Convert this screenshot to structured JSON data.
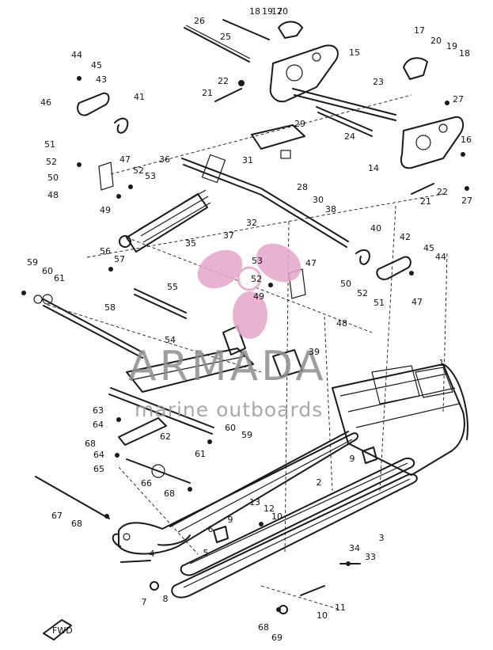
{
  "watermark": {
    "brand": "ARMADA",
    "tagline": "marine outboards",
    "logo_color": "#e4a6c8",
    "text_color": "#8e8e8e"
  },
  "callouts": [
    "1",
    "2",
    "3",
    "4",
    "5",
    "6",
    "7",
    "8",
    "9",
    "10",
    "11",
    "12",
    "13",
    "14",
    "15",
    "16",
    "17",
    "18",
    "19",
    "20",
    "21",
    "22",
    "23",
    "24",
    "25",
    "26",
    "27",
    "28",
    "29",
    "30",
    "31",
    "32",
    "33",
    "34",
    "35",
    "36",
    "37",
    "38",
    "39",
    "40",
    "41",
    "42",
    "43",
    "44",
    "45",
    "46",
    "47",
    "48",
    "49",
    "50",
    "51",
    "52",
    "53",
    "54",
    "55",
    "56",
    "57",
    "58",
    "59",
    "60",
    "61",
    "62",
    "63",
    "64",
    "65",
    "66",
    "67",
    "68",
    "69"
  ],
  "front_mark": "FWD"
}
